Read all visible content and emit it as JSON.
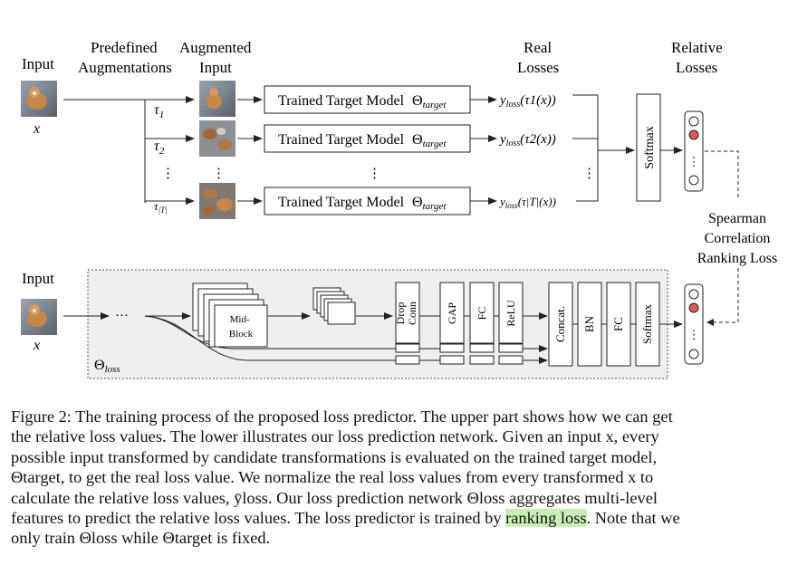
{
  "figure": {
    "top_headers": {
      "input": "Input",
      "predefined": "Predefined",
      "augmentations": "Augmentations",
      "augmented": "Augmented",
      "augmented_input": "Input",
      "real": "Real",
      "real_losses": "Losses",
      "relative": "Relative",
      "relative_losses": "Losses"
    },
    "x_label": "x",
    "taus": [
      "τ1",
      "τ2",
      "τ|T|"
    ],
    "tau_symbol": "τ",
    "tau_subs": [
      "1",
      "2",
      "|T|"
    ],
    "target_model": {
      "prefix": "Trained Target Model",
      "theta": "Θ",
      "sub": "target"
    },
    "real_loss_prefix": "y",
    "real_loss_sub": "loss",
    "real_loss_args": [
      "(τ1(x))",
      "(τ2(x))",
      "(τ|T|(x))"
    ],
    "softmax": "Softmax",
    "spearman": [
      "Spearman",
      "Correlation",
      "Ranking Loss"
    ],
    "bottom": {
      "input": "Input",
      "mid_block": [
        "Mid-",
        "Block"
      ],
      "drop_conn": [
        "Drop",
        "Conn"
      ],
      "gap": "GAP",
      "fc": "FC",
      "relu": "ReLU",
      "concat": "Concat.",
      "bn": "BN",
      "fc2": "FC",
      "softmax": "Softmax",
      "theta": "Θ",
      "theta_sub": "loss"
    },
    "dots": "⋮",
    "hdots": "···"
  },
  "caption": {
    "line1": "Figure 2: The training process of the proposed loss predictor. The upper part shows how we can get",
    "line2": "the relative loss values. The lower illustrates our loss prediction network. Given an input x, every",
    "line3": "possible input transformed by candidate transformations is evaluated on the trained target model,",
    "line4": "Θtarget, to get the real loss value. We normalize the real loss values from every transformed x to",
    "line5": "calculate the relative loss values, ȳloss. Our loss prediction network Θloss aggregates multi-level",
    "line6": "features to predict the relative loss values. The loss predictor is trained by ranking loss. Note that we",
    "line7": "only train Θloss while Θtarget is fixed.",
    "highlight": "ranking loss"
  }
}
